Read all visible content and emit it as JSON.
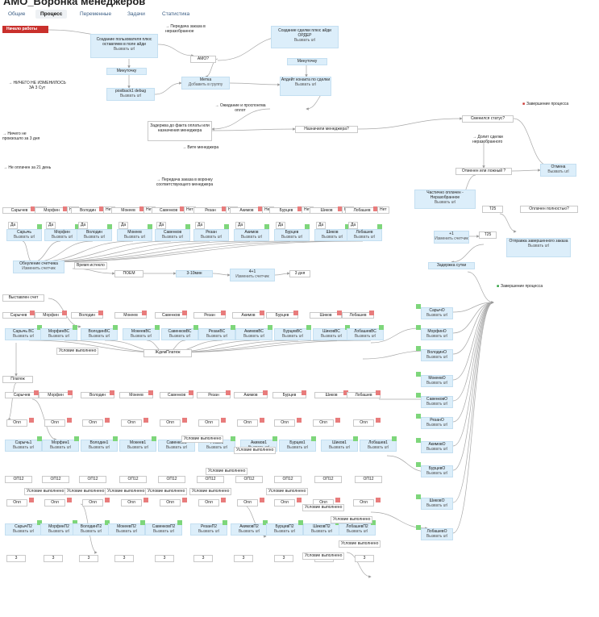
{
  "window": {
    "title": "АМО_Воронка менеджеров"
  },
  "tabs": [
    {
      "label": "Общие"
    },
    {
      "label": "Процесс"
    },
    {
      "label": "Переменные"
    },
    {
      "label": "Задачи"
    },
    {
      "label": "Статистика"
    }
  ],
  "start_badge": "Начало работы",
  "nodes": {
    "create_user": {
      "title": "Создание пользователя плюс оставляем в поле айди",
      "sub": "Вызвать url"
    },
    "transfer_unsorted": {
      "title": "→ Передача заказа в неразобранное"
    },
    "amo_q": {
      "title": "АМО?"
    },
    "create_deal": {
      "title": "Создание сделки плюс айди ОРДЕР",
      "sub": "Вызвать url"
    },
    "minute1": {
      "title": "Минуточку"
    },
    "minute2": {
      "title": "Минуточку"
    },
    "postback": {
      "title": "postback1 debug",
      "sub": "Вызвать url"
    },
    "metka": {
      "title": "Метка",
      "sub": "Добавить в группу"
    },
    "update_contact": {
      "title": "Апдейт конакта по сделки",
      "sub": "Вызвать url"
    },
    "nothing_changed": {
      "title": "→ НИЧЕГО НЕ ИЗМЕНИЛОСЬ ЗА 3 Сут"
    },
    "wait_prolong": {
      "title": "→ Ожидание и проспонгма оплот"
    },
    "delay_payment": {
      "title": "Задержка до факта оплаты или назначения менеджера"
    },
    "nothing_3days": {
      "title": "→ Ничего не произошло за 3 дня"
    },
    "manager_assigned_q": {
      "title": "Назначили менеджера?"
    },
    "status_changed_q": {
      "title": "Сменился статус?"
    },
    "end_process_1": {
      "title": "Завершение процесса"
    },
    "exited_manager": {
      "title": "→ Вите менеджера"
    },
    "deal_unsorted": {
      "title": "→ Долит сделки неразобранного"
    },
    "not_paid_21": {
      "title": "→ Не оплачен за 21 день"
    },
    "transfer_manager": {
      "title": "→ Передача заказа в воронку соответствующего менеджера"
    },
    "cancel_or_false_q": {
      "title": "Отменен или ложный ?"
    },
    "cancel": {
      "title": "Отмена",
      "sub": "Вызвать url"
    },
    "partial_paid": {
      "title": "Частично оплачен - Неразобранное",
      "sub": "Вызвать url"
    },
    "paid_full_q": {
      "title": "Оплачен полностью?"
    },
    "change_counter_1": {
      "title": "+1",
      "sub": "Изменить счетчик"
    },
    "t25": {
      "title": "Т25"
    },
    "send_completed": {
      "title": "Отправка завершенного заказа",
      "sub": "Вызвать url"
    },
    "reset_counter": {
      "title": "Обнуление счетчика",
      "sub": "Изменить счетчик"
    },
    "time_expired": {
      "title": "Время истекло"
    },
    "poem": {
      "title": "ПОЕМ"
    },
    "delay_3_10": {
      "title": "3-10мин"
    },
    "counter_4": {
      "title": "4+1",
      "sub": "Изменить счетчик"
    },
    "three_days": {
      "title": "3 дня"
    },
    "delay_day": {
      "title": "Задержка сутки"
    },
    "end_process_2": {
      "title": "Завершение процесса"
    },
    "exposed_invoice": {
      "title": "Выставлен счет"
    },
    "wait_payment": {
      "title": "ЖдемПлатеж"
    },
    "payment": {
      "title": "Платеж"
    },
    "condition_met": {
      "title": "Условие выполнено"
    }
  },
  "managers": [
    "Сарычев",
    "Морфин",
    "Володин",
    "Мокеев",
    "Савенков",
    "Резан",
    "Акимов",
    "Бурцев",
    "Шиков",
    "Лобашев"
  ],
  "row1_labels": [
    "Сарычев",
    "Морфин",
    "Володин",
    "Мокеев",
    "Савенков",
    "Резан",
    "Акимов",
    "Бурцев",
    "Шиков",
    "Лобашев"
  ],
  "row2_labels": [
    "Сарычь",
    "Морфин",
    "Володин",
    "Мокеев",
    "Савенков",
    "Резан",
    "Акимов",
    "Бурцев",
    "Шиков",
    "Лобашев"
  ],
  "row_vs_labels": [
    "Сарычь ВС",
    "МорфинВС",
    "ВолодинВС",
    "МокеевВС",
    "СавенковВС",
    "РезанВС",
    "АкимовВС",
    "БурцевВС",
    "ШиковВС",
    "ЛобашевВС"
  ],
  "row_p1_labels": [
    "Сарычь1",
    "Морфин1",
    "Володин1",
    "Мокеев1",
    "Савенков1",
    "Резан1",
    "Акимов1",
    "Бурцев1",
    "Шиков1",
    "Лобашев1"
  ],
  "row_p2_labels": [
    "СарычП2",
    "МорфинП2",
    "ВолодинП2",
    "МокеевП2",
    "СавенковП2",
    "РезанП2",
    "АкимовП2",
    "БурцевП2",
    "ШиковП2",
    "ЛобашевП2"
  ],
  "right_col_labels": [
    "СарычО",
    "МорфинО",
    "ВолодинО",
    "МокеевО",
    "СавенковО",
    "РезанО",
    "АкимовО",
    "БурцевО",
    "ШиковО",
    "ЛобашевО"
  ],
  "common": {
    "call_url": "Вызвать url",
    "yes": "Да",
    "no": "Нет",
    "op": "Опл",
    "op12": "ОП12",
    "three": "3",
    "condition_met": "Условие выполнено"
  },
  "colors": {
    "accent_red": "#c9302c",
    "node_blue": "#dceefa",
    "port_green": "#7ed67b",
    "port_red": "#e87c7c"
  }
}
